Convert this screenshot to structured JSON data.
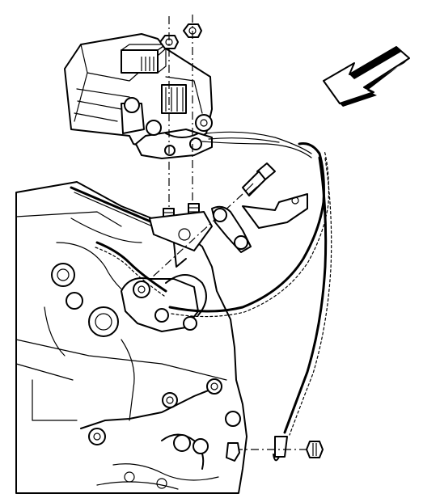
{
  "diagram": {
    "parts": [
      {
        "id": "starter-motor",
        "icon": "starter-motor-icon"
      },
      {
        "id": "battery-cable",
        "icon": "coiled-cable-icon"
      },
      {
        "id": "mounting-bolt",
        "icon": "bolt-icon"
      },
      {
        "id": "bracket",
        "icon": "bracket-icon"
      },
      {
        "id": "engine-block",
        "icon": "engine-block-icon"
      },
      {
        "id": "direction-arrow",
        "icon": "arrow-icon"
      }
    ],
    "colors": {
      "ink": "#000000",
      "paper": "#ffffff"
    }
  }
}
